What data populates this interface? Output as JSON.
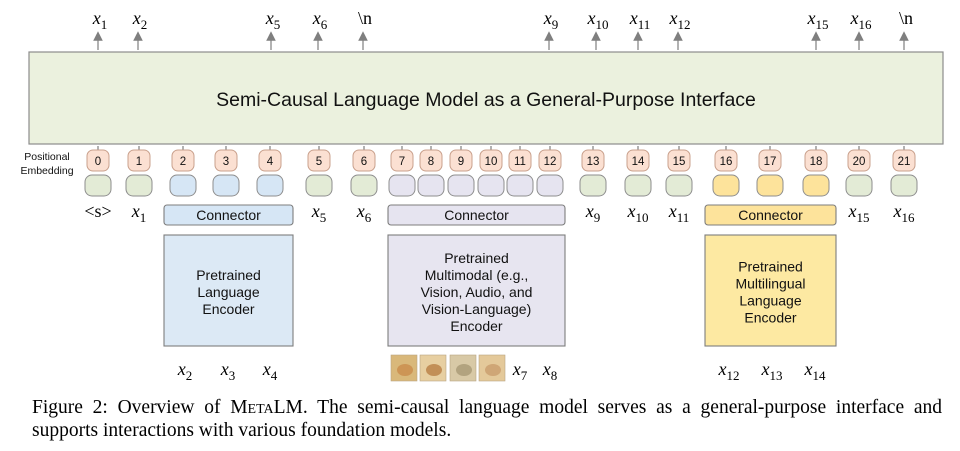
{
  "model_box": {
    "label": "Semi-Causal Language Model as a General-Purpose Interface"
  },
  "positional_embedding_label": [
    "Positional",
    "Embedding"
  ],
  "outputs": [
    {
      "sym": "x",
      "sub": "1"
    },
    {
      "sym": "x",
      "sub": "2"
    },
    {
      "sym": "x",
      "sub": "5"
    },
    {
      "sym": "x",
      "sub": "6"
    },
    {
      "sym": "\\n",
      "sub": ""
    },
    {
      "sym": "x",
      "sub": "9"
    },
    {
      "sym": "x",
      "sub": "10"
    },
    {
      "sym": "x",
      "sub": "11"
    },
    {
      "sym": "x",
      "sub": "12"
    },
    {
      "sym": "x",
      "sub": "15"
    },
    {
      "sym": "x",
      "sub": "16"
    },
    {
      "sym": "\\n",
      "sub": ""
    }
  ],
  "positions": [
    "0",
    "1",
    "2",
    "3",
    "4",
    "5",
    "6",
    "7",
    "8",
    "9",
    "10",
    "11",
    "12",
    "13",
    "14",
    "15",
    "16",
    "17",
    "18",
    "20",
    "21"
  ],
  "token_labels": [
    {
      "sym": "<s>",
      "sub": ""
    },
    {
      "sym": "x",
      "sub": "1"
    },
    {
      "sym": "x",
      "sub": "5"
    },
    {
      "sym": "x",
      "sub": "6"
    },
    {
      "sym": "x",
      "sub": "9"
    },
    {
      "sym": "x",
      "sub": "10"
    },
    {
      "sym": "x",
      "sub": "11"
    },
    {
      "sym": "x",
      "sub": "15"
    },
    {
      "sym": "x",
      "sub": "16"
    }
  ],
  "connector_label": "Connector",
  "encoders": [
    {
      "lines": [
        "Pretrained",
        "Language",
        "Encoder"
      ],
      "color": "#dce9f5",
      "inputs": [
        {
          "sym": "x",
          "sub": "2"
        },
        {
          "sym": "x",
          "sub": "3"
        },
        {
          "sym": "x",
          "sub": "4"
        }
      ]
    },
    {
      "lines": [
        "Pretrained",
        "Multimodal (e.g.,",
        "Vision, Audio, and",
        "Vision-Language)",
        "Encoder"
      ],
      "color": "#e7e5f0",
      "inputs": [
        {
          "sym": "x",
          "sub": "7"
        },
        {
          "sym": "x",
          "sub": "8"
        }
      ]
    },
    {
      "lines": [
        "Pretrained",
        "Multilingual",
        "Language",
        "Encoder"
      ],
      "color": "#fde9a2",
      "inputs": [
        {
          "sym": "x",
          "sub": "12"
        },
        {
          "sym": "x",
          "sub": "13"
        },
        {
          "sym": "x",
          "sub": "14"
        }
      ]
    }
  ],
  "colors": {
    "model_fill": "#ebf1de",
    "model_stroke": "#8c8c8c",
    "pos_fill": "#fbe0d2",
    "pos_stroke": "#c9a08c",
    "text_token": "#e3ebd6",
    "lang_token": "#d6e6f5",
    "mm_token": "#e6e4f0",
    "ml_token": "#fde39b",
    "arrow": "#7f7f7f"
  },
  "caption": {
    "prefix": "Figure 2: Overview of ",
    "name": "MetaLM",
    "rest": ". The semi-causal language model serves as a general-purpose interface and supports interactions with various foundation models."
  }
}
